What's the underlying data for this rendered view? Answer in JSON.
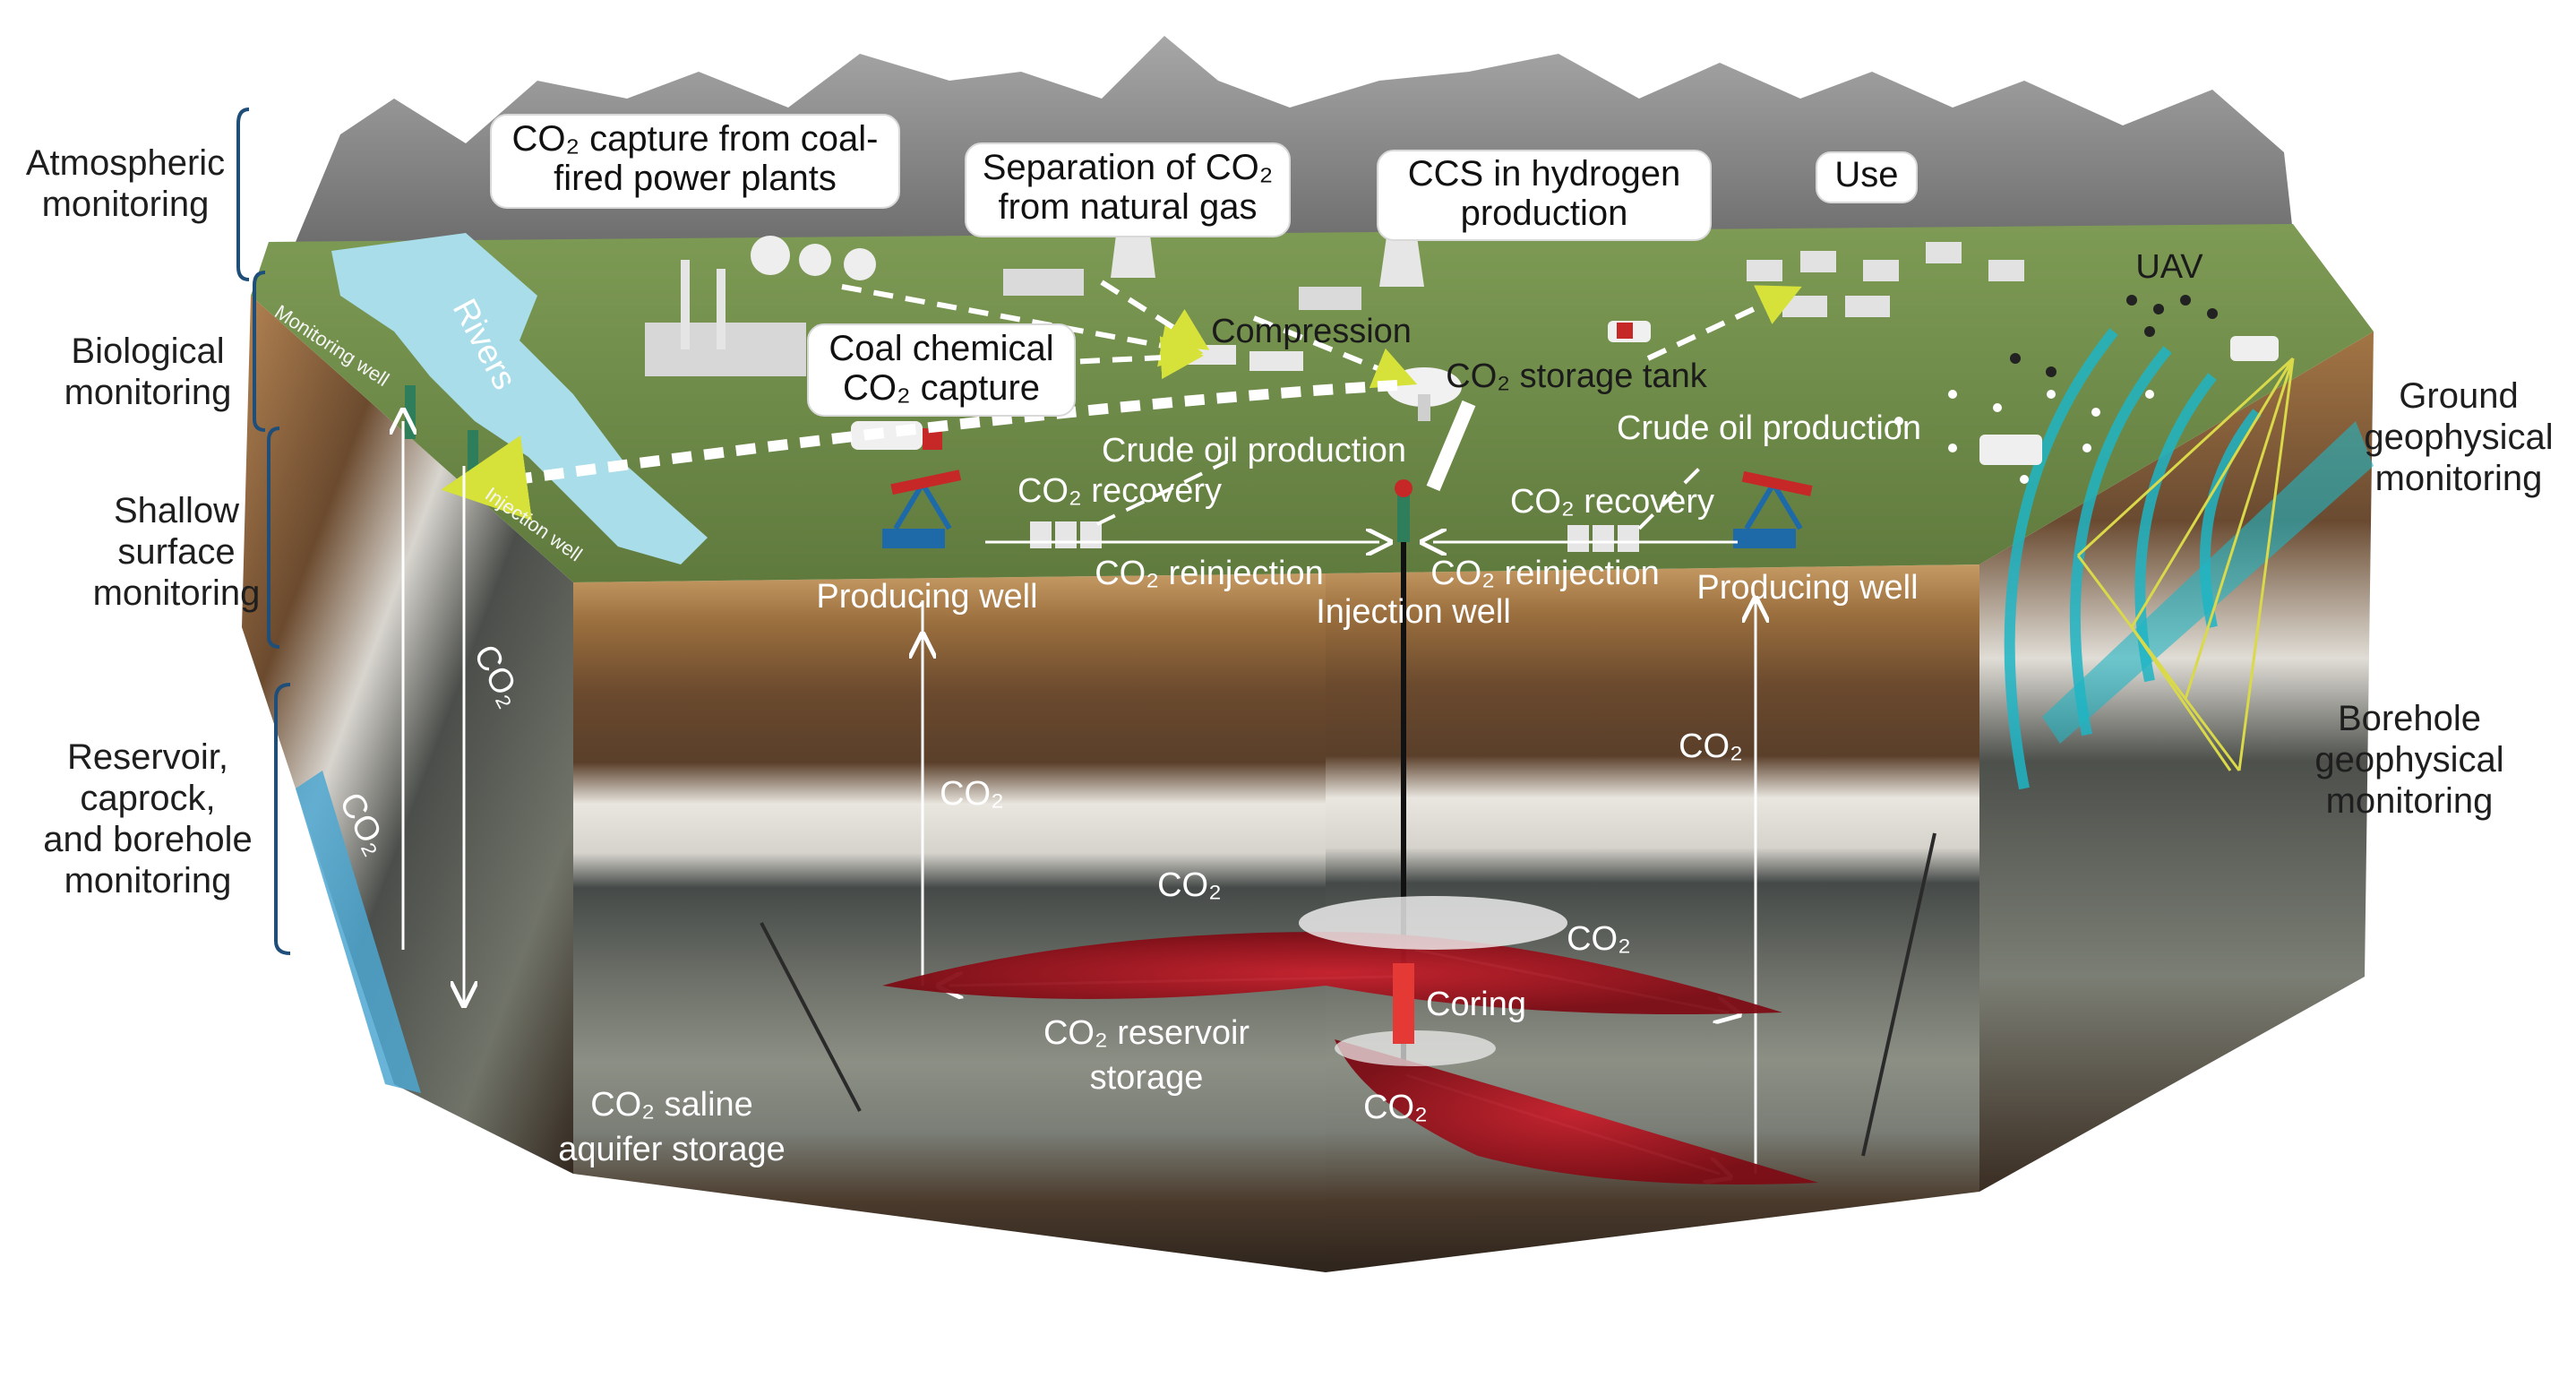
{
  "left_labels": [
    {
      "id": "atmospheric",
      "lines": [
        "Atmospheric",
        "monitoring"
      ]
    },
    {
      "id": "biological",
      "lines": [
        "Biological",
        "monitoring"
      ]
    },
    {
      "id": "shallow",
      "lines": [
        "Shallow",
        "surface",
        "monitoring"
      ]
    },
    {
      "id": "reservoir",
      "lines": [
        "Reservoir,",
        "caprock,",
        "and borehole",
        "monitoring"
      ]
    }
  ],
  "right_labels": [
    {
      "id": "ground",
      "lines": [
        "Ground",
        "geophysical",
        "monitoring"
      ]
    },
    {
      "id": "borehole",
      "lines": [
        "Borehole",
        "geophysical",
        "monitoring"
      ]
    }
  ],
  "callouts": [
    {
      "id": "coal-power",
      "lines": [
        "CO₂ capture from coal-",
        "fired power plants"
      ]
    },
    {
      "id": "natural-gas",
      "lines": [
        "Separation of CO₂",
        "from natural gas"
      ]
    },
    {
      "id": "hydrogen",
      "lines": [
        "CCS in hydrogen",
        "production"
      ]
    },
    {
      "id": "use",
      "lines": [
        "Use"
      ]
    },
    {
      "id": "coal-chemical",
      "lines": [
        "Coal chemical",
        "CO₂ capture"
      ]
    }
  ],
  "surface_labels": {
    "rivers": "Rivers",
    "uav": "UAV",
    "compression": "Compression",
    "storage_tank": "CO₂ storage tank",
    "crude_oil_left": "Crude oil production",
    "crude_oil_right": "Crude oil production",
    "co2_recovery_left": "CO₂ recovery",
    "co2_recovery_right": "CO₂ recovery",
    "co2_reinjection_left": "CO₂ reinjection",
    "co2_reinjection_right": "CO₂ reinjection",
    "producing_well_left": "Producing well",
    "producing_well_right": "Producing well",
    "injection_well": "Injection well",
    "monitoring_well": "Monitoring well",
    "injection_well_small": "Injection well"
  },
  "underground_labels": {
    "co2_left_vertical_a": "CO₂",
    "co2_left_vertical_b": "CO₂",
    "co2_producing_left": "CO₂",
    "co2_producing_right": "CO₂",
    "co2_caprock": "CO₂",
    "co2_plume_right": "CO₂",
    "co2_lower_plume": "CO₂",
    "coring": "Coring",
    "reservoir_storage": [
      "CO₂ reservoir",
      "storage"
    ],
    "saline_storage": [
      "CO₂ saline",
      "aquifer storage"
    ]
  },
  "colors": {
    "grass": "#6f8a4a",
    "river": "#a8dde9",
    "plume": "#a3121f",
    "geophysical_wave": "#1fb5c4",
    "seismic_ray": "#d9d94a",
    "bracket": "#1f4e79",
    "mountain": "#8a8a8a"
  }
}
